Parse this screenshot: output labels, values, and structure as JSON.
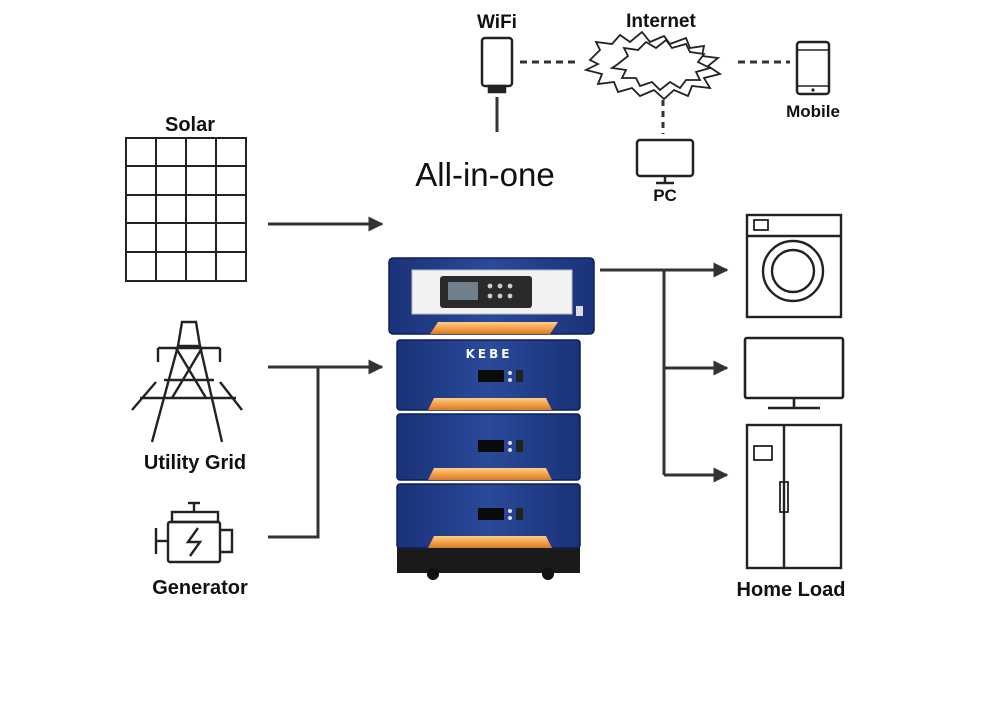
{
  "labels": {
    "wifi": "WiFi",
    "internet": "Internet",
    "mobile": "Mobile",
    "pc": "PC",
    "solar": "Solar",
    "all_in_one": "All-in-one",
    "utility_grid": "Utility Grid",
    "generator": "Generator",
    "home_load": "Home Load",
    "brand": "KEBE"
  },
  "colors": {
    "line": "#333333",
    "cabinet": "#1f3a84",
    "cabinet_dark": "#16296a",
    "glow": "#f5a24a",
    "base": "#1a1a1a"
  },
  "icons": {
    "wifi": "wifi-dongle-icon",
    "internet": "cloud-icon",
    "mobile": "tablet-icon",
    "pc": "monitor-icon",
    "solar": "solar-panel-icon",
    "utility_grid": "power-tower-icon",
    "generator": "engine-icon",
    "washer": "washing-machine-icon",
    "tv": "tv-icon",
    "fridge": "refrigerator-icon"
  }
}
